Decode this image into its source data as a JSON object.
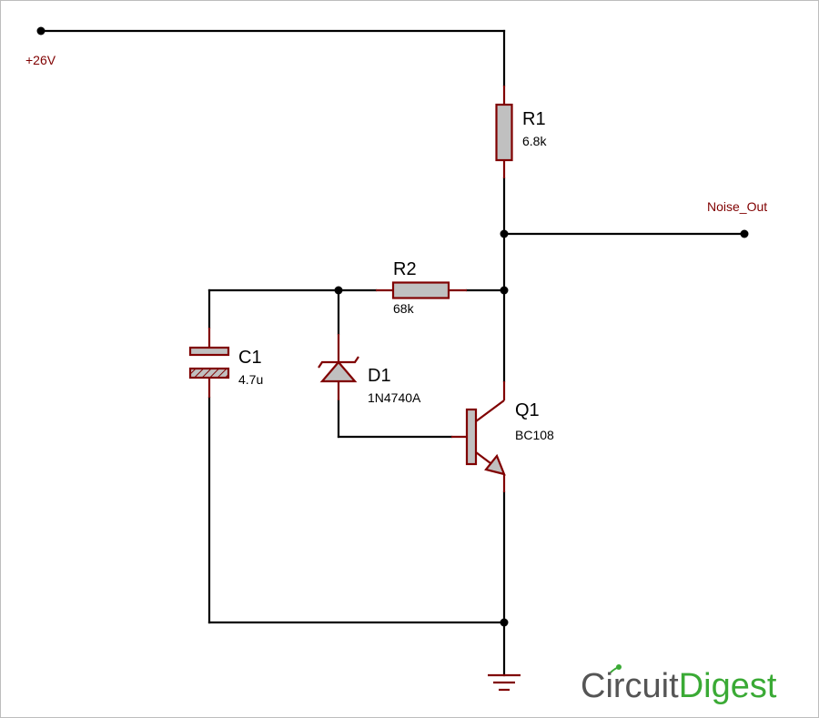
{
  "net_labels": {
    "supply": "+26V",
    "output": "Noise_Out"
  },
  "components": {
    "r1": {
      "ref": "R1",
      "value": "6.8k"
    },
    "r2": {
      "ref": "R2",
      "value": "68k"
    },
    "c1": {
      "ref": "C1",
      "value": "4.7u"
    },
    "d1": {
      "ref": "D1",
      "value": "1N4740A"
    },
    "q1": {
      "ref": "Q1",
      "value": "BC108"
    }
  },
  "logo": {
    "part1": "Circuit",
    "part2": "Digest"
  },
  "colors": {
    "wire": "#000000",
    "component_outline": "#800000",
    "component_fill": "#c0c0c0",
    "logo_primary": "#555555",
    "logo_accent": "#3aaa35"
  }
}
